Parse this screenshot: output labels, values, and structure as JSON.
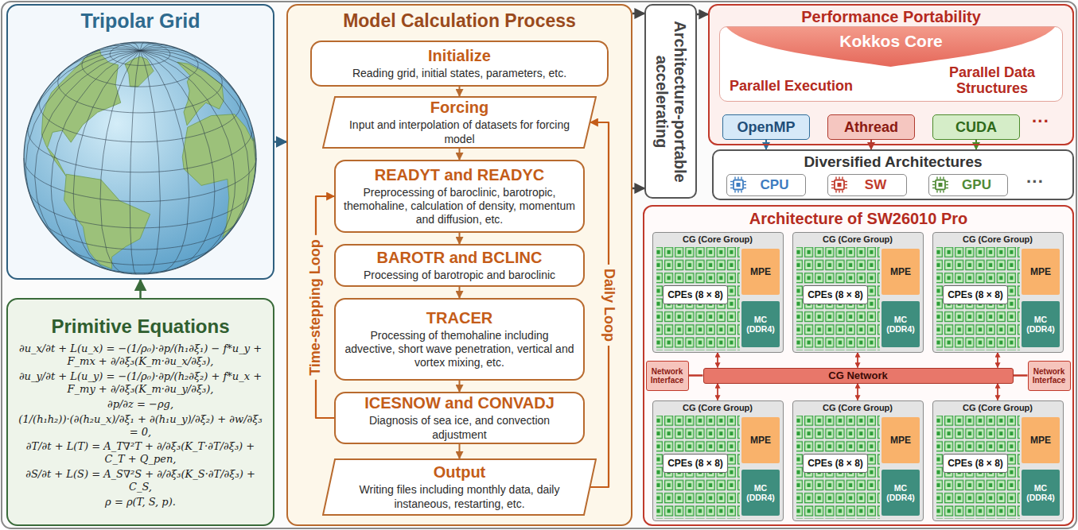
{
  "diagram": {
    "nodes": [
      {
        "text": [
          "Tripolar Grid"
        ]
      },
      {
        "text": [
          "Primitive Equations",
          "∂u_x/∂t + L(u_x) = −(1/ρ₀)·∂p/(h₁∂ξ₁) − f*u_y + F_mx + ∂/∂ξ₃(K_m·∂u_x/∂ξ₃),",
          "∂u_y/∂t + L(u_y) = −(1/ρ₀)·∂p/(h₂∂ξ₂) + f*u_x + F_my + ∂/∂ξ₃(K_m·∂u_y/∂ξ₃),",
          "∂p/∂z = −ρg,",
          "(1/(h₁h₂))·(∂(h₂u_x)/∂ξ₁ + ∂(h₁u_y)/∂ξ₂) + ∂w/∂ξ₃ = 0,",
          "∂T/∂t + L(T) = A_T∇²T + ∂/∂ξ₃(K_T·∂T/∂ξ₃) + C_T + Q_pen,",
          "∂S/∂t + L(S) = A_S∇²S + ∂/∂ξ₃(K_S·∂T/∂ξ₃) + C_S,",
          "ρ = ρ(T, S, p)."
        ]
      },
      {
        "text": [
          "Model Calculation Process"
        ]
      },
      {
        "text": [
          "Initialize",
          "Reading grid, initial states, parameters, etc."
        ],
        "in": 2
      },
      {
        "text": [
          "Forcing",
          "Input and interpolation of datasets for forcing model"
        ],
        "in": 2
      },
      {
        "text": [
          "READYT and READYC",
          "Preprocessing of baroclinic, barotropic, themohaline, calculation of density, momentum and diffusion, etc."
        ],
        "in": 2
      },
      {
        "text": [
          "BAROTR and BCLINC",
          "Processing of barotropic and baroclinic"
        ],
        "in": 2
      },
      {
        "text": [
          "TRACER",
          "Processing of themohaline including advective, short wave penetration, vertical and vortex mixing, etc."
        ],
        "in": 2
      },
      {
        "text": [
          "ICESNOW and CONVADJ",
          "Diagnosis of sea ice, and convection adjustment"
        ],
        "in": 2
      },
      {
        "text": [
          "Output",
          "Writing files including monthly data, daily instaneous, restarting, etc."
        ],
        "in": 2
      },
      {
        "text": [
          "Architecture-portable accelerating"
        ]
      },
      {
        "text": [
          "Performance Portability"
        ]
      },
      {
        "text": [
          "Kokkos Core",
          "Parallel Execution",
          "Parallel Data Structures"
        ],
        "in": 11
      },
      {
        "text": [
          "OpenMP"
        ],
        "in": 11
      },
      {
        "text": [
          "Athread"
        ],
        "in": 11
      },
      {
        "text": [
          "CUDA"
        ],
        "in": 11
      },
      {
        "text": [
          "Diversified Architectures"
        ]
      },
      {
        "text": [
          "CPU"
        ],
        "in": 16
      },
      {
        "text": [
          "SW"
        ],
        "in": 16
      },
      {
        "text": [
          "GPU"
        ],
        "in": 16
      },
      {
        "text": [
          "Architecture of SW26010 Pro"
        ]
      },
      {
        "text": [
          "CG (Core Group)"
        ],
        "in": 20
      },
      {
        "text": [
          "CPEs (8 × 8)"
        ],
        "in": 21
      },
      {
        "text": [
          "MPE"
        ],
        "in": 21
      },
      {
        "text": [
          "MC (DDR4)"
        ],
        "in": 21
      },
      {
        "text": [
          "CG (Core Group)"
        ],
        "in": 20
      },
      {
        "text": [
          "CPEs (8 × 8)"
        ],
        "in": 25
      },
      {
        "text": [
          "MPE"
        ],
        "in": 25
      },
      {
        "text": [
          "MC (DDR4)"
        ],
        "in": 25
      },
      {
        "text": [
          "CG (Core Group)"
        ],
        "in": 20
      },
      {
        "text": [
          "CPEs (8 × 8)"
        ],
        "in": 29
      },
      {
        "text": [
          "MPE"
        ],
        "in": 29
      },
      {
        "text": [
          "MC (DDR4)"
        ],
        "in": 29
      },
      {
        "text": [
          "Network Interface"
        ],
        "in": 20
      },
      {
        "text": [
          "CG Network"
        ],
        "in": 20
      },
      {
        "text": [
          "Network Interface"
        ],
        "in": 20
      },
      {
        "text": [
          "CG (Core Group)"
        ],
        "in": 20
      },
      {
        "text": [
          "CPEs (8 × 8)"
        ],
        "in": 36
      },
      {
        "text": [
          "MPE"
        ],
        "in": 36
      },
      {
        "text": [
          "MC (DDR4)"
        ],
        "in": 36
      },
      {
        "text": [
          "CG (Core Group)"
        ],
        "in": 20
      },
      {
        "text": [
          "CPEs (8 × 8)"
        ],
        "in": 40
      },
      {
        "text": [
          "MPE"
        ],
        "in": 40
      },
      {
        "text": [
          "MC (DDR4)"
        ],
        "in": 40
      },
      {
        "text": [
          "CG (Core Group)"
        ],
        "in": 20
      },
      {
        "text": [
          "CPEs (8 × 8)"
        ],
        "in": 44
      },
      {
        "text": [
          "MPE"
        ],
        "in": 44
      },
      {
        "text": [
          "MC (DDR4)"
        ],
        "in": 44
      }
    ],
    "edges": [
      {
        "from": 1,
        "to": 0,
        "arrow": "to"
      },
      {
        "from": 0,
        "to": 2,
        "arrow": "to"
      },
      {
        "from": 3,
        "to": 4,
        "arrow": "to"
      },
      {
        "from": 4,
        "to": 5,
        "arrow": "to"
      },
      {
        "from": 5,
        "to": 6,
        "arrow": "to"
      },
      {
        "from": 6,
        "to": 7,
        "arrow": "to"
      },
      {
        "from": 7,
        "to": 8,
        "arrow": "to"
      },
      {
        "from": 8,
        "to": 9,
        "arrow": "to"
      },
      {
        "from": 8,
        "to": 5,
        "label": "Time-stepping Loop",
        "arrow": "to"
      },
      {
        "from": 9,
        "to": 4,
        "label": "Daily Loop",
        "arrow": "to"
      },
      {
        "from": 2,
        "to": 10,
        "arrow": "to"
      },
      {
        "from": 2,
        "to": 10,
        "arrow": "to"
      },
      {
        "from": 10,
        "to": 11,
        "arrow": "to"
      },
      {
        "from": 13,
        "to": 16,
        "arrow": "to"
      },
      {
        "from": 14,
        "to": 16,
        "arrow": "to"
      },
      {
        "from": 15,
        "to": 16,
        "arrow": "to"
      },
      {
        "from": 21,
        "to": 34,
        "arrow": "both"
      },
      {
        "from": 25,
        "to": 34,
        "arrow": "both"
      },
      {
        "from": 29,
        "to": 34,
        "arrow": "both"
      },
      {
        "from": 36,
        "to": 34,
        "arrow": "both"
      },
      {
        "from": 40,
        "to": 34,
        "arrow": "both"
      },
      {
        "from": 44,
        "to": 34,
        "arrow": "both"
      },
      {
        "from": 33,
        "to": 34,
        "arrow": "none"
      },
      {
        "from": 34,
        "to": 35,
        "arrow": "none"
      }
    ],
    "labels": [
      "···",
      "···"
    ]
  }
}
